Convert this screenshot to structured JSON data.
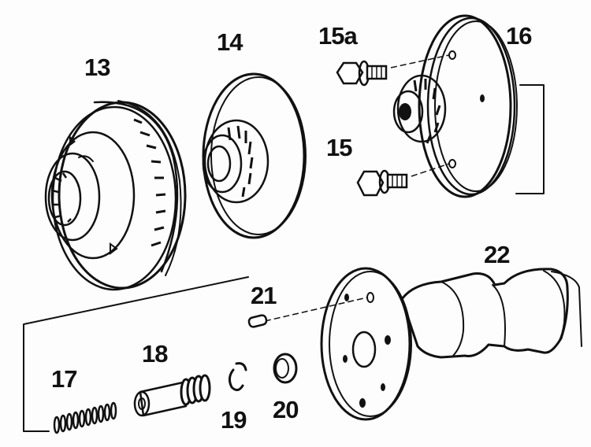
{
  "callouts": {
    "p13": "13",
    "p14": "14",
    "p15a": "15a",
    "p15": "15",
    "p16": "16",
    "p17": "17",
    "p18": "18",
    "p19": "19",
    "p20": "20",
    "p21": "21",
    "p22": "22"
  },
  "colors": {
    "ink": "#111111",
    "paper": "#fdfdfd"
  }
}
